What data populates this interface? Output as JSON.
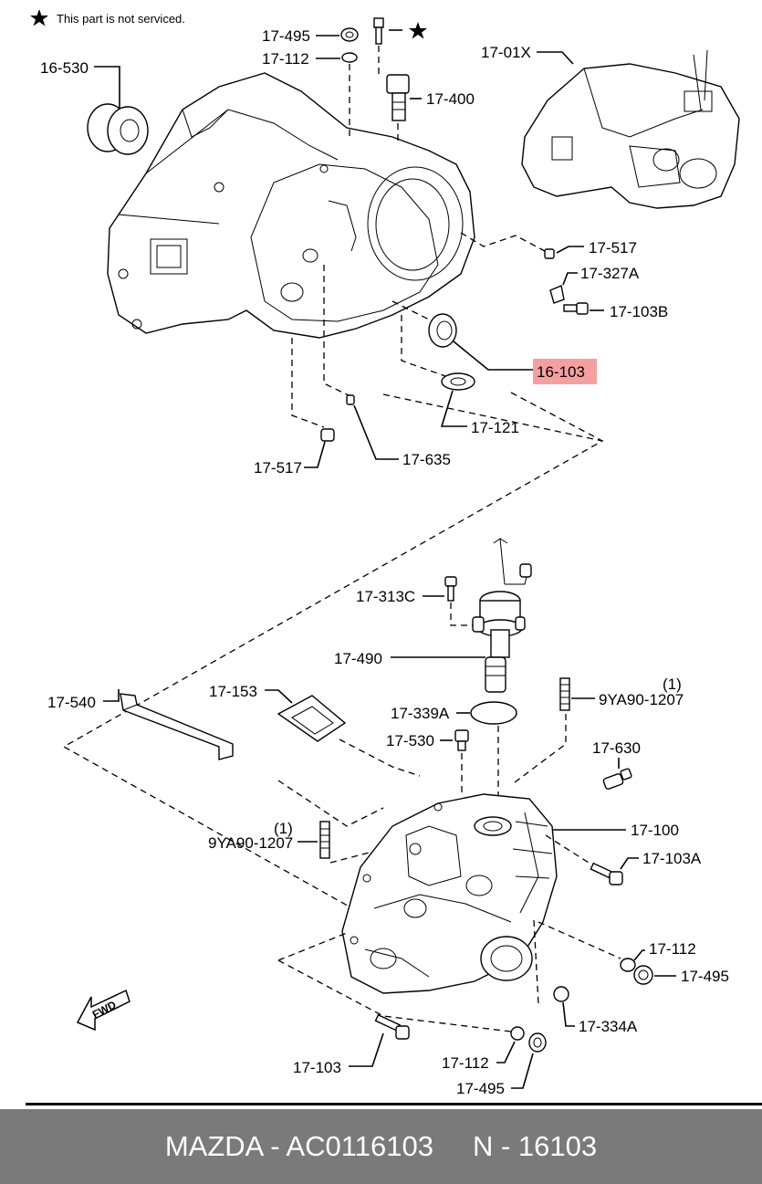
{
  "note": "This part is not serviced.",
  "labels": {
    "p17_495_top": "17-495",
    "p17_112_top": "17-112",
    "p16_530": "16-530",
    "p17_400": "17-400",
    "p17_01x": "17-01X",
    "p17_517_right": "17-517",
    "p17_327a": "17-327A",
    "p17_103b": "17-103B",
    "p16_103": "16-103",
    "p17_121": "17-121",
    "p17_635": "17-635",
    "p17_517_left": "17-517",
    "p17_313c": "17-313C",
    "p17_490": "17-490",
    "p17_540": "17-540",
    "p17_153": "17-153",
    "p17_339a": "17-339A",
    "qty_right": "(1)",
    "p9ya90_right": "9YA90-1207",
    "p17_530": "17-530",
    "p17_630": "17-630",
    "p17_100": "17-100",
    "qty_left": "(1)",
    "p9ya90_left": "9YA90-1207",
    "p17_103a": "17-103A",
    "p17_112_right": "17-112",
    "p17_495_right": "17-495",
    "p17_334a": "17-334A",
    "p17_103": "17-103",
    "p17_112_bottom": "17-112",
    "p17_495_bottom": "17-495",
    "fwd": "FWD"
  },
  "highlight_color": "#f4a0a0",
  "footer": {
    "text": "MAZDA - AC0116103     N - 16103"
  }
}
